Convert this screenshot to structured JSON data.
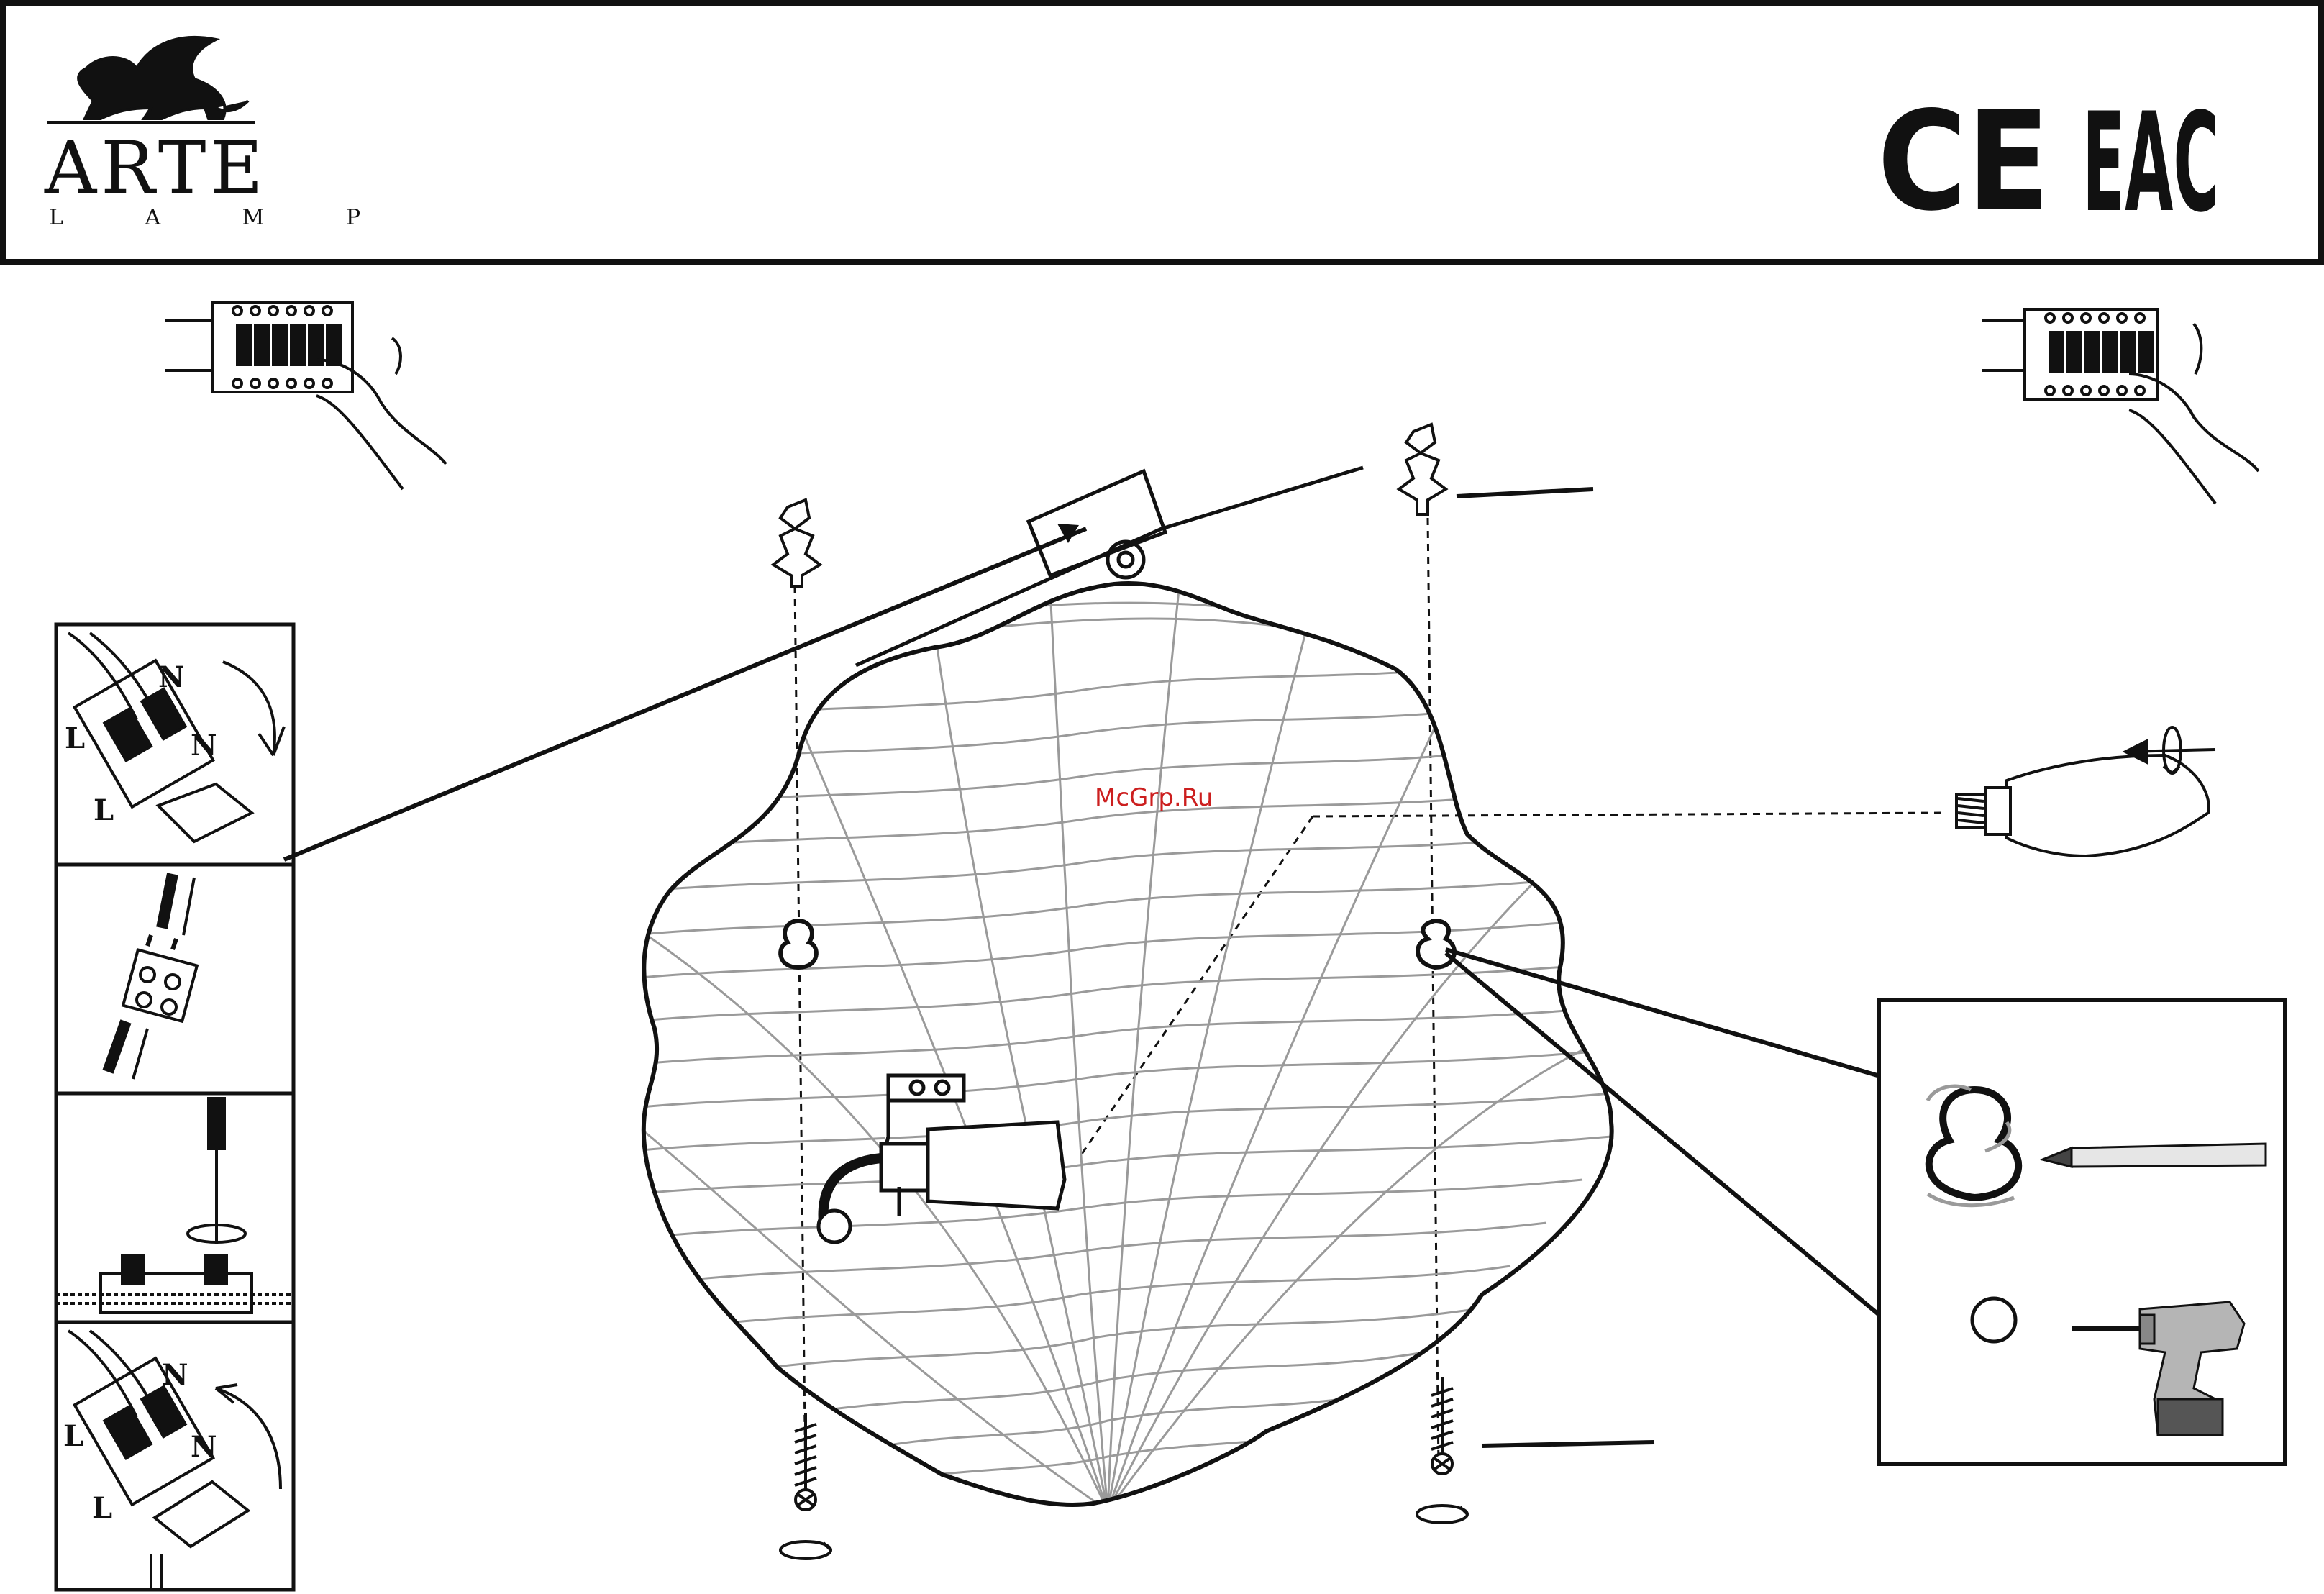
{
  "brand": {
    "name": "ARTE",
    "sub": "L A M P"
  },
  "certifications": {
    "ce": "CE",
    "eac": "EAC"
  },
  "watermark": "McGrp.Ru",
  "terminal_labels": {
    "n": "N",
    "l": "L"
  },
  "colors": {
    "line": "#111111",
    "shade_ribs": "#9a9a9a",
    "watermark": "#cc1f1f"
  },
  "icons": [
    "winged-lion-logo-icon",
    "breaker-off-icon",
    "breaker-on-icon",
    "wall-plug-icon",
    "screw-icon",
    "keyhole-slot-icon",
    "pencil-icon",
    "drill-icon",
    "bulb-icon",
    "rotate-icon"
  ]
}
